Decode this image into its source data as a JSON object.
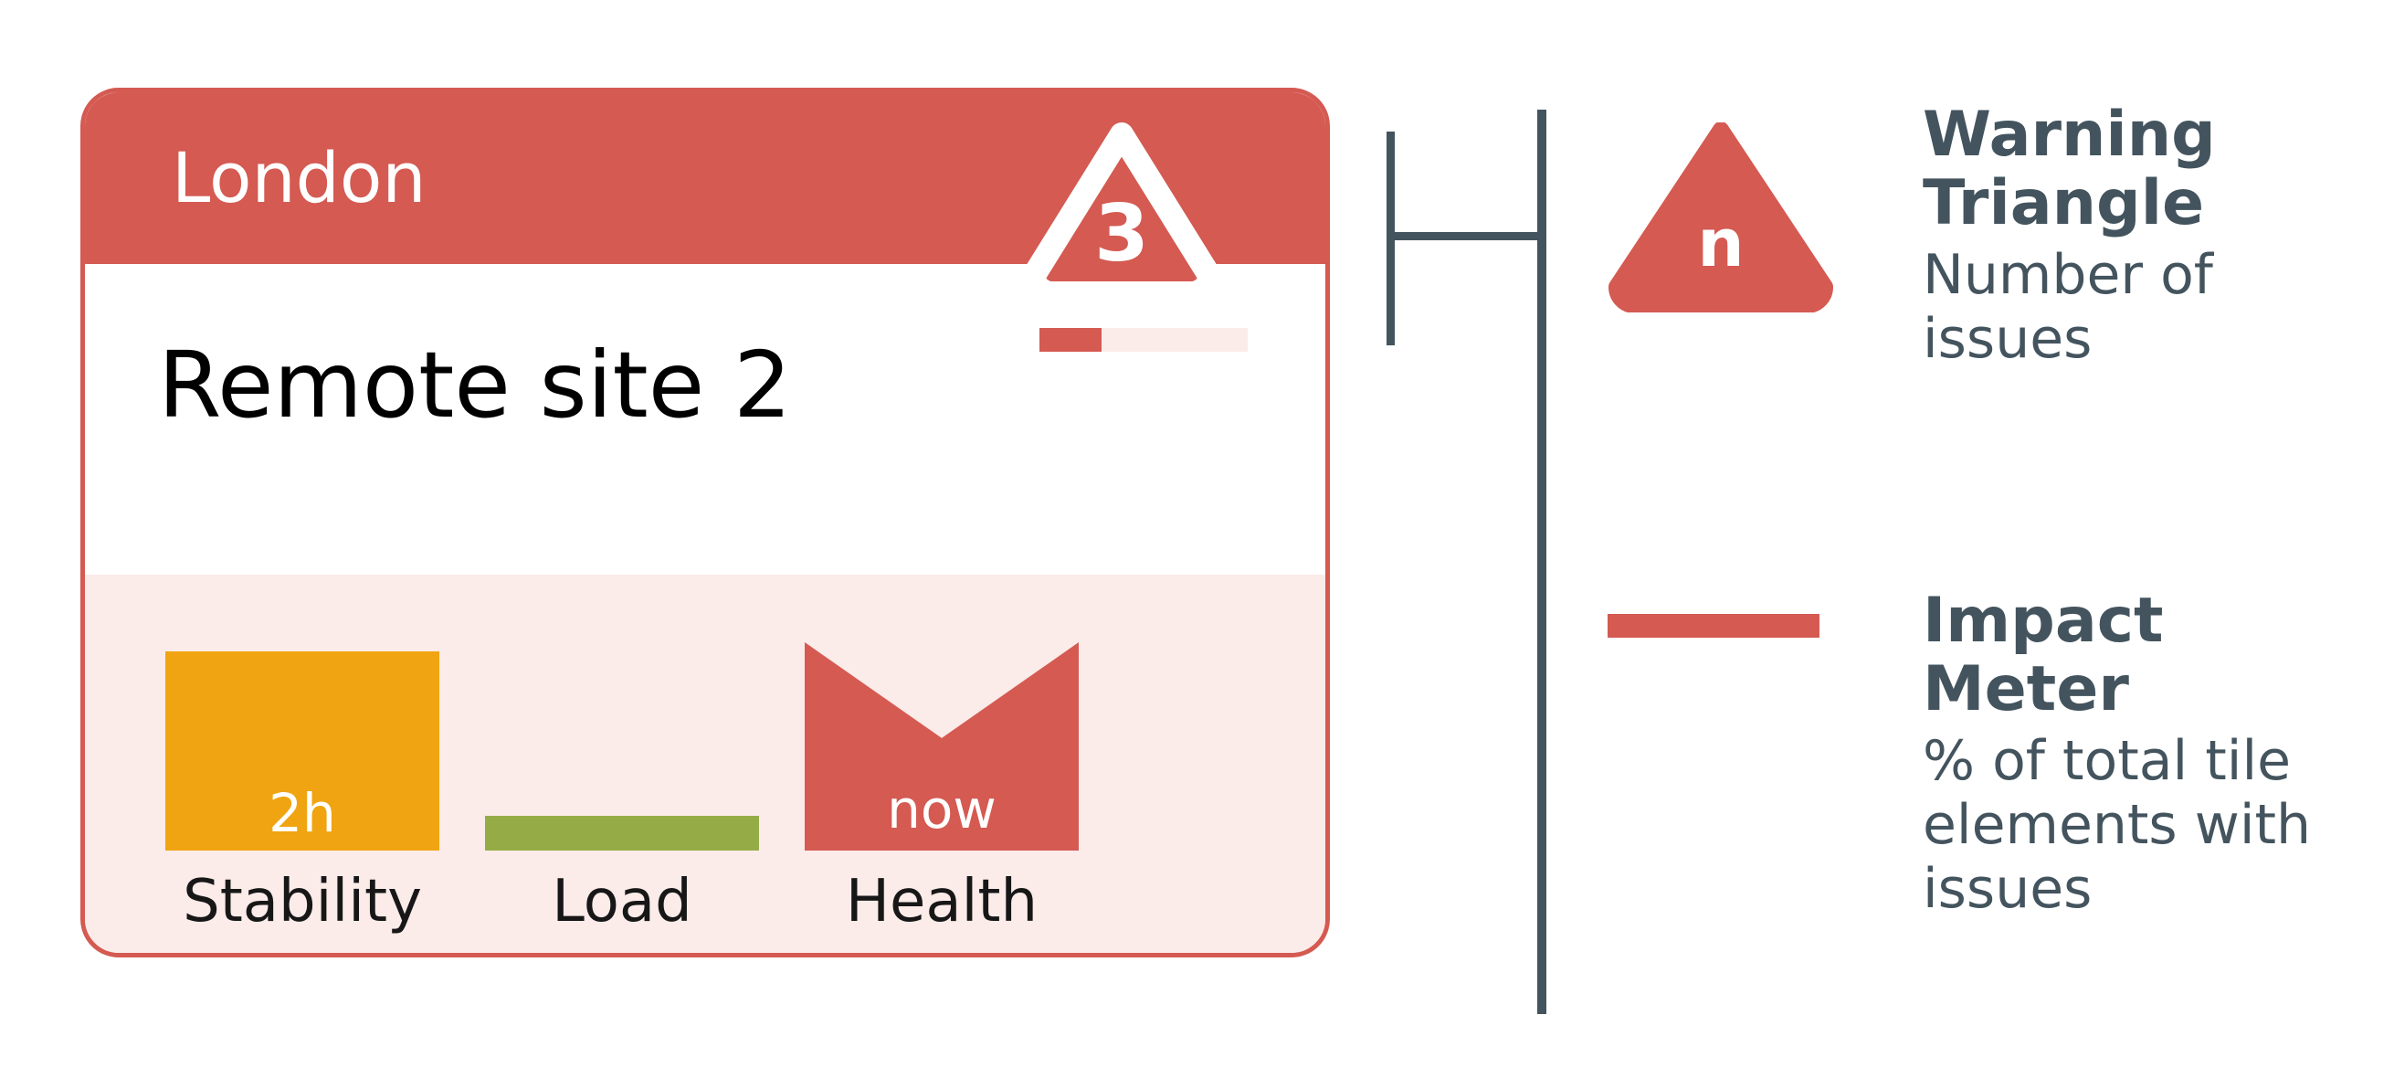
{
  "tile": {
    "header": {
      "title": "London",
      "background_color": "#D45A52"
    },
    "name": "Remote site 2",
    "warning": {
      "icon": "warning-triangle-icon",
      "count": "3"
    },
    "impact_meter": {
      "fill_percent": "30",
      "fill_color": "#D45A52",
      "track_color": "#FBEBE9"
    },
    "metrics": [
      {
        "label": "Stability",
        "value": "2h",
        "color": "#F0A411",
        "shape": "bar"
      },
      {
        "label": "Load",
        "value": "",
        "color": "#95AC46",
        "shape": "bar"
      },
      {
        "label": "Health",
        "value": "now",
        "color": "#D45A52",
        "shape": "notched-bar"
      }
    ]
  },
  "legend": {
    "items": [
      {
        "swatch": "warning-triangle-icon",
        "swatch_label": "n",
        "title": "Warning Triangle",
        "description": "Number of issues"
      },
      {
        "swatch": "impact-meter-bar-icon",
        "title": "Impact Meter",
        "description": "% of total tile elements with issues"
      }
    ]
  },
  "colors": {
    "accent_red": "#D45A52",
    "pale_pink": "#FBEBE9",
    "slate": "#44545E",
    "orange": "#F0A411",
    "green": "#95AC46"
  }
}
